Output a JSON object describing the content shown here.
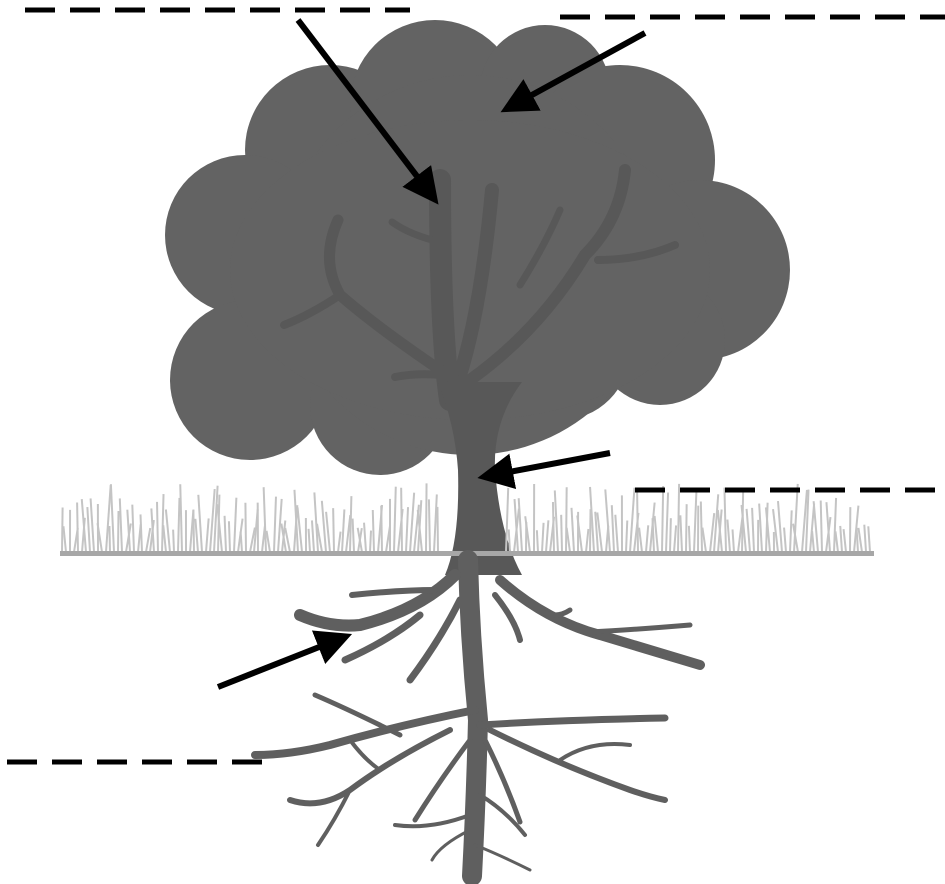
{
  "colors": {
    "background": "#ffffff",
    "canopy": "#636363",
    "trunk": "#585858",
    "roots": "#5f5f5f",
    "grass": "#c4c4c4",
    "ground_line": "#a7a7a7",
    "arrow": "#000000",
    "blank_line": "#000000"
  },
  "parts": [
    {
      "key": "leaves",
      "blank": "",
      "target": "canopy"
    },
    {
      "key": "branch",
      "blank": "",
      "target": "branch"
    },
    {
      "key": "trunk",
      "blank": "",
      "target": "trunk"
    },
    {
      "key": "roots",
      "blank": "",
      "target": "roots"
    }
  ],
  "icons": {
    "arrow": "arrow-icon"
  }
}
